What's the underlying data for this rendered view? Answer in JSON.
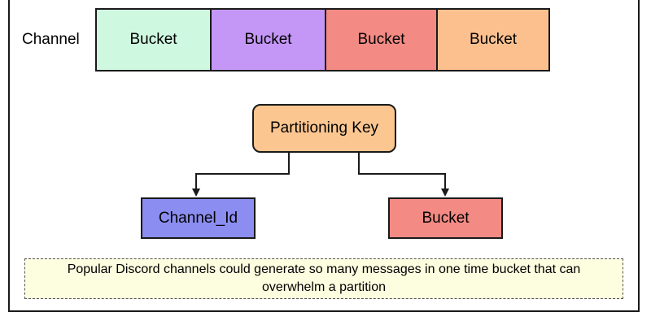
{
  "channel_label": "Channel",
  "buckets": [
    {
      "label": "Bucket",
      "color": "#cff8e1"
    },
    {
      "label": "Bucket",
      "color": "#c497f6"
    },
    {
      "label": "Bucket",
      "color": "#f48a84"
    },
    {
      "label": "Bucket",
      "color": "#fcc08e"
    }
  ],
  "partitioning_key": {
    "label": "Partitioning Key",
    "color": "#fbc690"
  },
  "channel_id": {
    "label": "Channel_Id",
    "color": "#8b8df0"
  },
  "bucket_target": {
    "label": "Bucket",
    "color": "#f48a84"
  },
  "note": {
    "text": "Popular Discord channels could generate so many messages in one time bucket that can overwhelm a partition",
    "color": "#fdfde0"
  }
}
